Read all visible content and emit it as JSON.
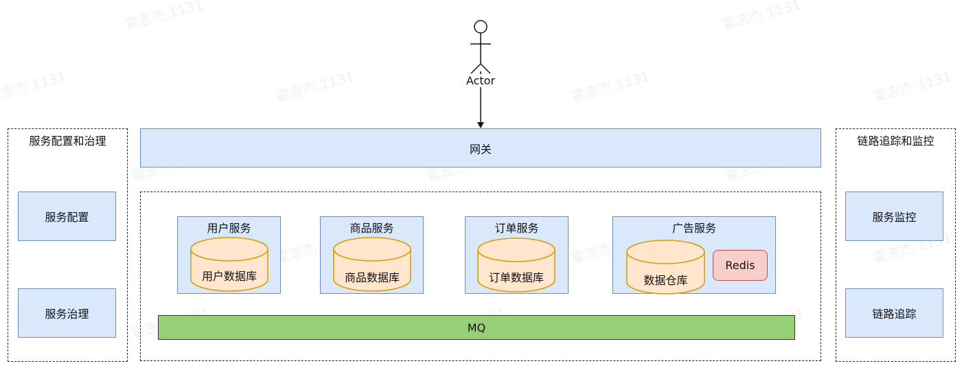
{
  "actor": {
    "label": "Actor"
  },
  "gateway": {
    "label": "网关"
  },
  "left_panel": {
    "title": "服务配置和治理",
    "items": [
      "服务配置",
      "服务治理"
    ]
  },
  "right_panel": {
    "title": "链路追踪和监控",
    "items": [
      "服务监控",
      "链路追踪"
    ]
  },
  "services": [
    {
      "name": "用户服务",
      "db": "用户数据库"
    },
    {
      "name": "商品服务",
      "db": "商品数据库"
    },
    {
      "name": "订单服务",
      "db": "订单数据库"
    },
    {
      "name": "广告服务",
      "db": "数据仓库",
      "cache": "Redis"
    }
  ],
  "mq": {
    "label": "MQ"
  },
  "watermark": "霍志杰 1131",
  "colors": {
    "blue_fill": "#dae8fc",
    "blue_stroke": "#6c8ebf",
    "db_fill": "#ffe6cc",
    "db_stroke": "#d79b00",
    "redis_fill": "#f8cecc",
    "redis_stroke": "#b85450",
    "mq_fill": "#97d077"
  }
}
